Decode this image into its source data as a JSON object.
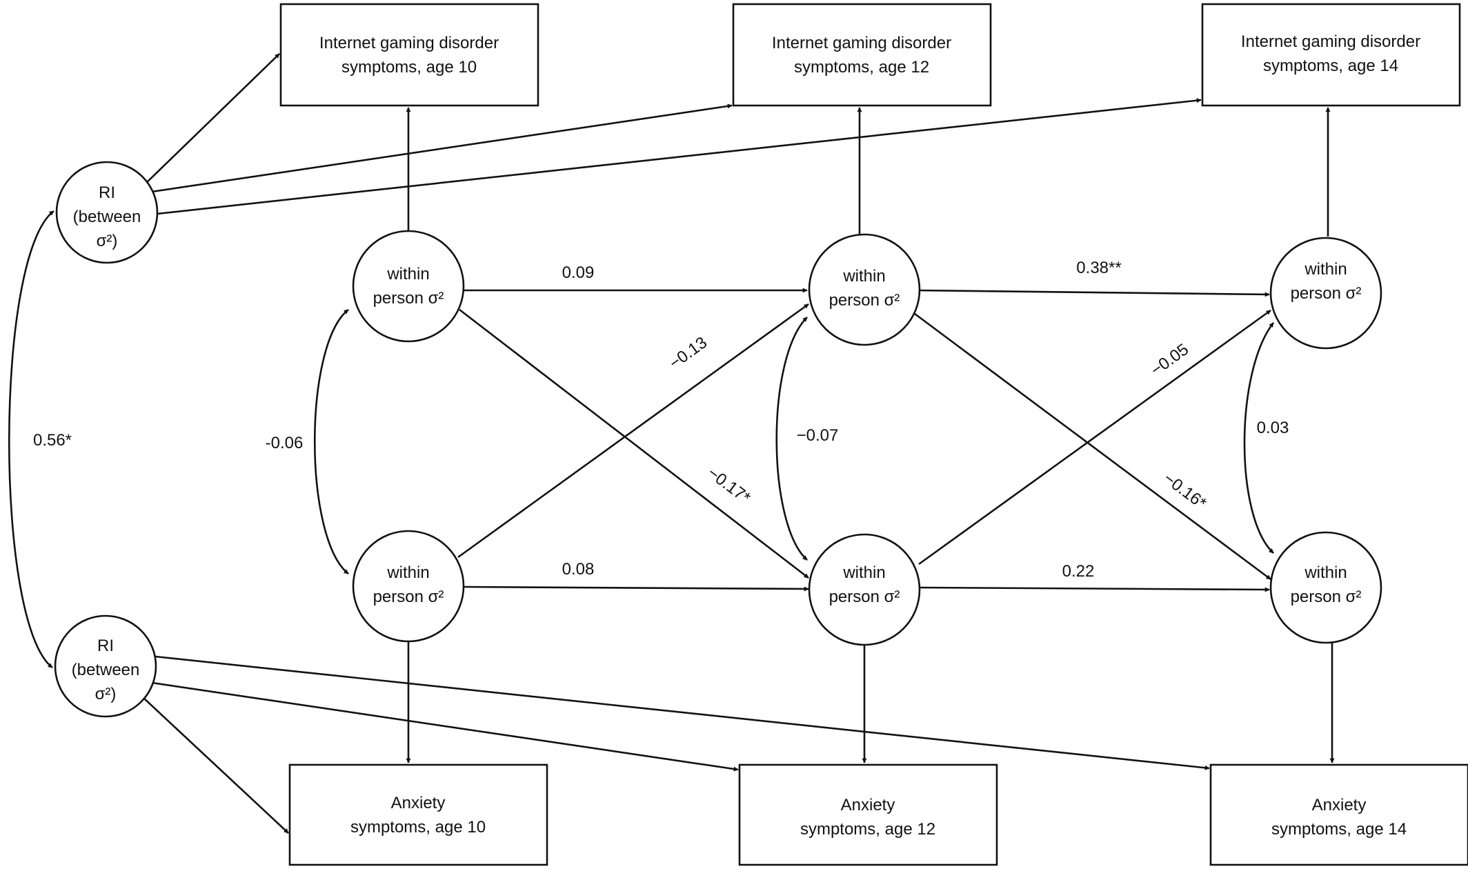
{
  "diagram": {
    "colors": {
      "line": "#111111",
      "fill": "#ffffff",
      "background": "#ffffff"
    },
    "boxes": {
      "igd10": {
        "line1": "Internet gaming disorder",
        "line2": "symptoms, age 10"
      },
      "igd12": {
        "line1": "Internet gaming disorder",
        "line2": "symptoms, age 12"
      },
      "igd14": {
        "line1": "Internet gaming disorder",
        "line2": "symptoms, age 14"
      },
      "anx10": {
        "line1": "Anxiety",
        "line2": "symptoms, age 10"
      },
      "anx12": {
        "line1": "Anxiety",
        "line2": "symptoms, age 12"
      },
      "anx14": {
        "line1": "Anxiety",
        "line2": "symptoms, age 14"
      }
    },
    "circles": {
      "ri_top": {
        "line1": "RI",
        "line2": "(between",
        "line3": "σ²)"
      },
      "ri_bottom": {
        "line1": "RI",
        "line2": "(between",
        "line3": "σ²)"
      },
      "w_igd10": {
        "line1": "within",
        "line2": "person σ²"
      },
      "w_igd12": {
        "line1": "within",
        "line2": "person σ²"
      },
      "w_igd14": {
        "line1": "within",
        "line2": "person σ²"
      },
      "w_anx10": {
        "line1": "within",
        "line2": "person σ²"
      },
      "w_anx12": {
        "line1": "within",
        "line2": "person σ²"
      },
      "w_anx14": {
        "line1": "within",
        "line2": "person σ²"
      }
    },
    "coefficients": {
      "ri_covariance": "0.56*",
      "cov_t10": "-0.06",
      "cov_t12": "−0.07",
      "cov_t14": "0.03",
      "igd_10_12": "0.09",
      "igd_12_14": "0.38**",
      "anx_10_12": "0.08",
      "anx_12_14": "0.22",
      "anx10_to_igd12": "−0.13",
      "igd10_to_anx12": "−0.17*",
      "anx12_to_igd14": "−0.05",
      "igd12_to_anx14": "−0.16*"
    }
  }
}
